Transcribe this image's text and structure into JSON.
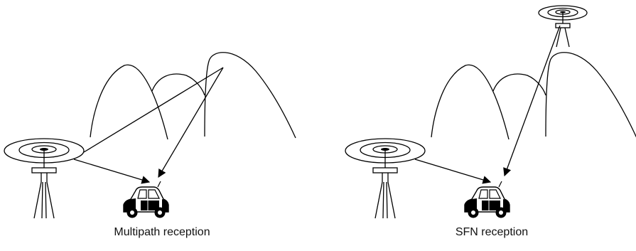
{
  "panels": [
    {
      "caption": "Multipath reception"
    },
    {
      "caption": "SFN reception"
    }
  ],
  "colors": {
    "ink": "#000000",
    "background": "#ffffff"
  },
  "icons": [
    "transmitter-tower-icon",
    "car-icon",
    "mountain-icon",
    "signal-arrow"
  ]
}
